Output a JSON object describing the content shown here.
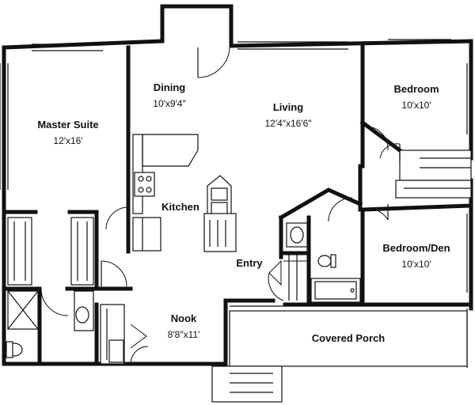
{
  "rooms": {
    "master_suite": {
      "name": "Master Suite",
      "size": "12′x16′"
    },
    "dining": {
      "name": "Dining",
      "size": "10′x9′4″"
    },
    "living": {
      "name": "Living",
      "size": "12′4″x16′6″"
    },
    "bedroom": {
      "name": "Bedroom",
      "size": "10′x10′"
    },
    "kitchen": {
      "name": "Kitchen"
    },
    "bedroom_den": {
      "name": "Bedroom/Den",
      "size": "10′x10′"
    },
    "entry": {
      "name": "Entry"
    },
    "nook": {
      "name": "Nook",
      "size": "8′8″x11′"
    },
    "covered_porch": {
      "name": "Covered Porch"
    }
  }
}
